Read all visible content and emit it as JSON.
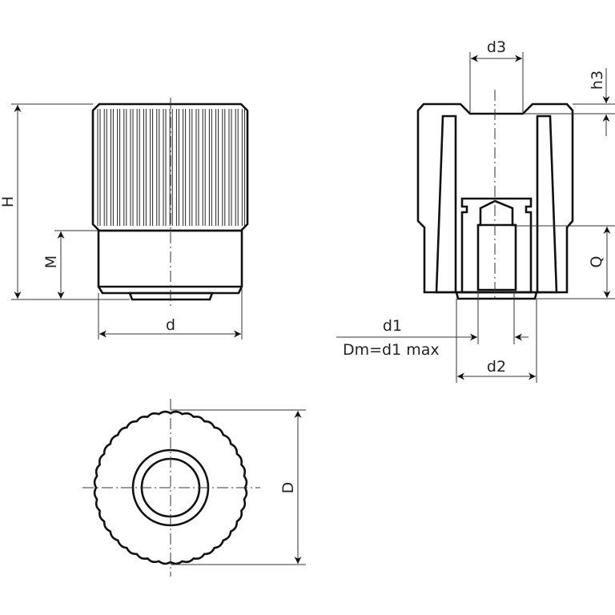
{
  "labels": {
    "H": "H",
    "M": "M",
    "d": "d",
    "d3": "d3",
    "h3": "h3",
    "Q": "Q",
    "d1": "d1",
    "Dm": "Dm=d1 max",
    "d2": "d2",
    "D": "D"
  },
  "colors": {
    "body_fill": "#fdf5b0",
    "insert_fill": "#f7ea3c",
    "line": "#111111"
  }
}
